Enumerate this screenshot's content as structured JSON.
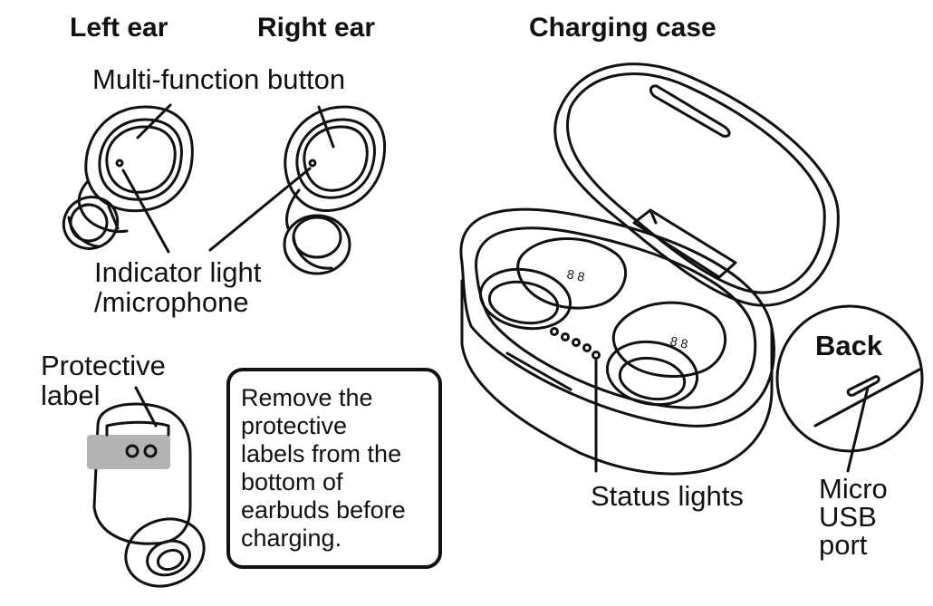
{
  "headings": {
    "left_ear": "Left ear",
    "right_ear": "Right ear",
    "charging_case": "Charging case"
  },
  "callouts": {
    "multi_function_button": "Multi-function button",
    "indicator_light": "Indicator light\n/microphone",
    "protective_label": "Protective\nlabel",
    "status_lights": "Status lights",
    "back": "Back",
    "micro_usb_port": "Micro\nUSB\nport"
  },
  "note": {
    "text": "Remove the\nprotective\nlabels from the\nbottom of\nearbuds before\ncharging."
  },
  "case_slot_markings": {
    "left": "8 8",
    "right": "8 8"
  },
  "colors": {
    "line": "#111111",
    "label_patch": "#b3b3b3",
    "background": "#ffffff"
  }
}
